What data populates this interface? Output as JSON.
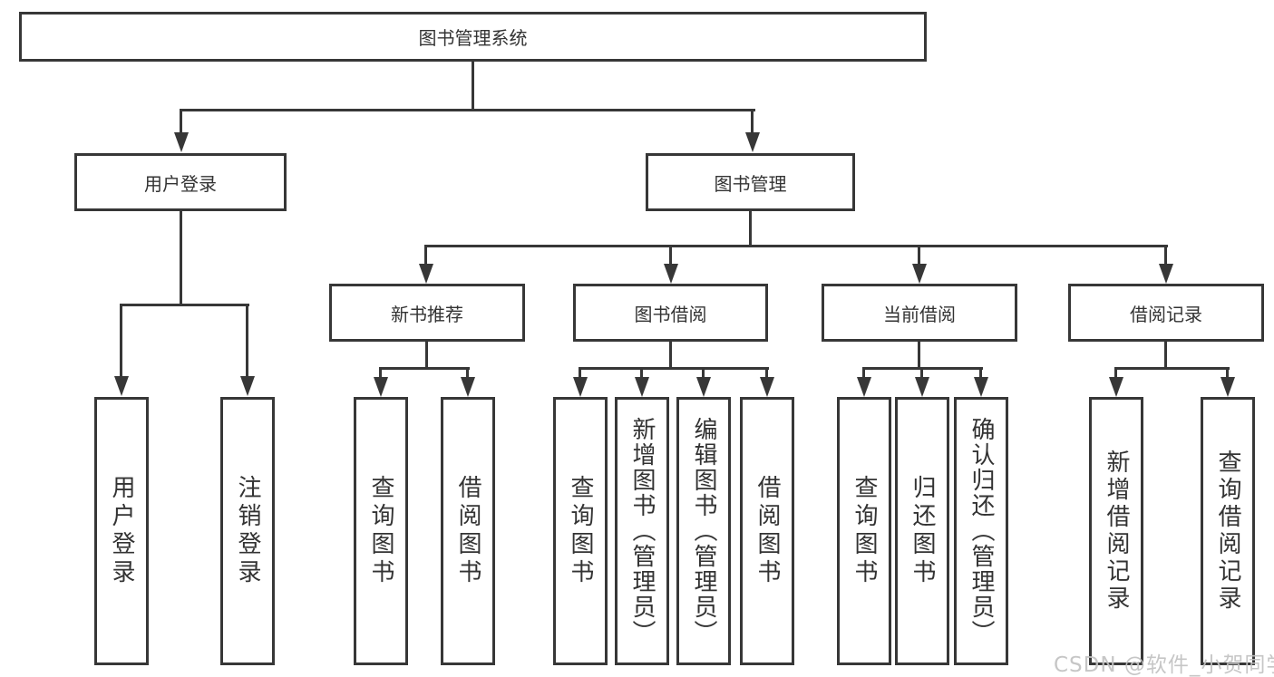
{
  "diagram": {
    "title": "图书管理系统",
    "level2": [
      "用户登录",
      "图书管理"
    ],
    "level3": [
      "新书推荐",
      "图书借阅",
      "当前借阅",
      "借阅记录"
    ],
    "leaves": {
      "login": [
        "用户登录",
        "注销登录"
      ],
      "recommend": [
        "查询图书",
        "借阅图书"
      ],
      "borrow": [
        "查询图书",
        "新增图书（管理员）",
        "编辑图书（管理员）",
        "借阅图书"
      ],
      "current": [
        "查询图书",
        "归还图书",
        "确认归还（管理员）"
      ],
      "records": [
        "新增借阅记录",
        "查询借阅记录"
      ]
    },
    "watermark": "CSDN @软件_小贺同学",
    "colors": {
      "line": "#373737",
      "text": "#333333",
      "watermark": "#c2c2c2",
      "background": "#ffffff"
    }
  }
}
